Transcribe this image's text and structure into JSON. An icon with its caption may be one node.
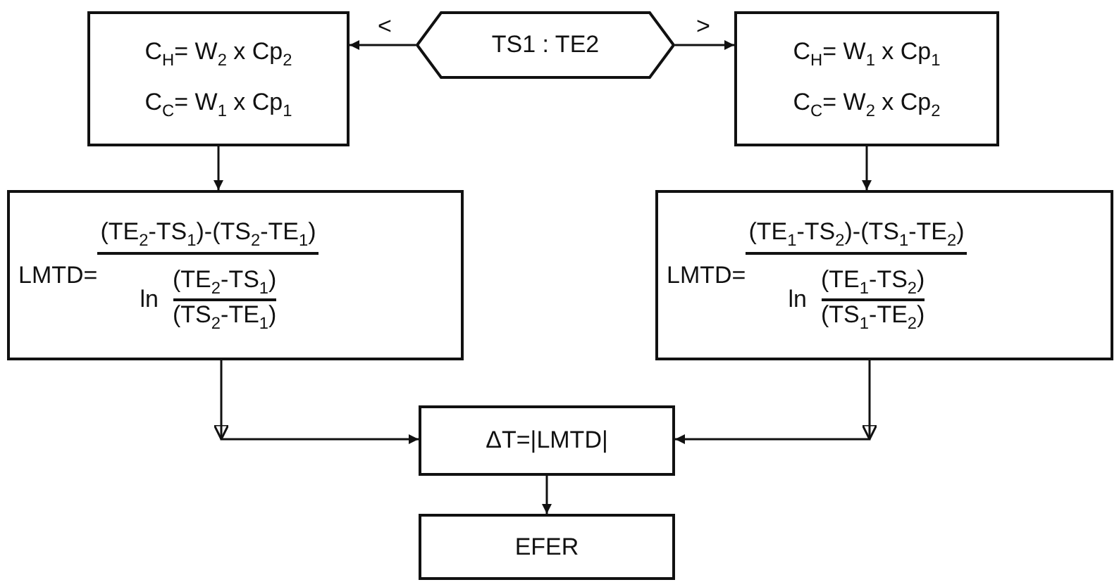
{
  "diagram": {
    "nodes": [
      {
        "text": [
          "C$_{H}$= W$_{2}$ x Cp$_{2}$",
          "C$_{C}$= W$_{1}$ x Cp$_{1}$"
        ]
      },
      {
        "text": [
          "TS1 : TE2"
        ]
      },
      {
        "text": [
          "C$_{H}$= W$_{1}$ x Cp$_{1}$",
          "C$_{C}$= W$_{2}$ x Cp$_{2}$"
        ]
      },
      {
        "text": [
          "LMTD=",
          "(TE$_{2}$-TS$_{1}$)-(TS$_{2}$-TE$_{1}$)",
          "ln",
          "(TE$_{2}$-TS$_{1}$)",
          "(TS$_{2}$-TE$_{1}$)"
        ]
      },
      {
        "text": [
          "LMTD=",
          "(TE$_{1}$-TS$_{2}$)-(TS$_{1}$-TE$_{2}$)",
          "ln",
          "(TE$_{1}$-TS$_{2}$)",
          "(TS$_{1}$-TE$_{2}$)"
        ]
      },
      {
        "text": [
          "ΔT=|LMTD|"
        ]
      },
      {
        "text": [
          "EFER"
        ]
      }
    ],
    "edges": [
      {
        "from": 1,
        "to": 0,
        "arrow": "to",
        "label": "<"
      },
      {
        "from": 1,
        "to": 2,
        "arrow": "to",
        "label": ">"
      },
      {
        "from": 0,
        "to": 3,
        "arrow": "to"
      },
      {
        "from": 2,
        "to": 4,
        "arrow": "to"
      },
      {
        "from": 3,
        "to": 5,
        "arrow": "to"
      },
      {
        "from": 4,
        "to": 5,
        "arrow": "to"
      },
      {
        "from": 5,
        "to": 6,
        "arrow": "to"
      }
    ]
  }
}
